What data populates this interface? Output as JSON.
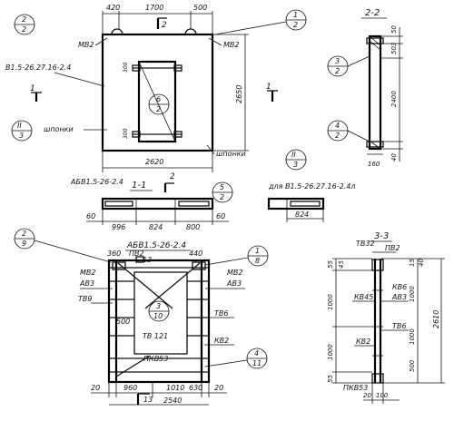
{
  "main_view": {
    "top_dims": [
      "420",
      "1700",
      "500"
    ],
    "width_dim": "2620",
    "height_dim": "2650",
    "dim_300_top": "300",
    "dim_300_bottom": "300",
    "left_mark": "МВ2",
    "right_mark": "МВ2",
    "panel_mark": "В1.5-26.27.16-2.4",
    "bolts_label": "шпонки",
    "bolts_label_right": "шпонки",
    "section_labels": {
      "s1": "1",
      "s2": "2"
    },
    "callouts": [
      {
        "top": "1",
        "bottom": "2"
      },
      {
        "top": "2",
        "bottom": "2"
      },
      {
        "top": "6",
        "bottom": "2"
      },
      {
        "top": "II",
        "bottom": "3"
      },
      {
        "top": "II",
        "bottom": "3"
      }
    ]
  },
  "section_2_2": {
    "title": "2-2",
    "dims": [
      "50",
      "503",
      "2400",
      "40",
      "160"
    ],
    "callouts": [
      {
        "top": "3",
        "bottom": "2"
      },
      {
        "top": "4",
        "bottom": "2"
      }
    ]
  },
  "section_1_1": {
    "title": "1-1",
    "mark_left": "АБВ1.5-26-2.4",
    "mark_right": "для В1.5-26.27.16-2.4л",
    "dims": [
      "60",
      "996",
      "824",
      "800",
      "60"
    ],
    "right_dim": "824",
    "marker": "2",
    "callout": {
      "top": "5",
      "bottom": "2"
    }
  },
  "rebar_view": {
    "title": "АБВ1.5-26-2.4",
    "callouts": [
      {
        "top": "2",
        "bottom": "9"
      },
      {
        "top": "1",
        "bottom": "8"
      },
      {
        "top": "3",
        "bottom": "10"
      },
      {
        "top": "4",
        "bottom": "11"
      }
    ],
    "labels": {
      "d360": "360",
      "pv2": "ПВ2",
      "d440": "440",
      "mv2_left": "МВ2",
      "av3_left": "АВ3",
      "mv2_right": "МВ2",
      "av3_right": "АВ3",
      "tv9": "ТВ9",
      "d500": "500",
      "tv121": "ТВ 121",
      "tv6": "ТВ6",
      "kv2": "КВ2",
      "pkv53": "ПКВ53",
      "num13_top": "13",
      "num13_bottom": "13"
    },
    "bottom_dims": [
      "20",
      "960",
      "1010",
      "630",
      "20"
    ],
    "total": "2540"
  },
  "section_3_3": {
    "title": "3-3",
    "labels": {
      "tv32": "ТВ32",
      "pv2": "ПВ2",
      "kv45": "КВ45",
      "kv6": "КВ6",
      "av3": "АВ3",
      "tv6": "ТВ6",
      "kv2": "КВ2",
      "pkv53": "ПКВ53"
    },
    "left_dims": [
      "55",
      "45",
      "1000",
      "1000",
      "55"
    ],
    "right_dims": [
      "15",
      "40",
      "1000",
      "1000",
      "500"
    ],
    "total": "2610",
    "bottom_dims": [
      "20",
      "100"
    ]
  }
}
